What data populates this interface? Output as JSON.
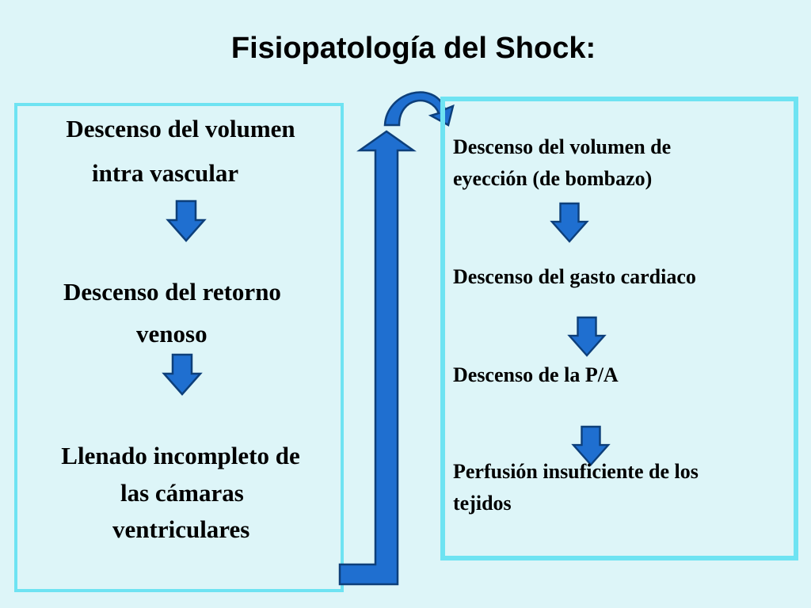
{
  "title": "Fisiopatología del Shock:",
  "left_box": {
    "step1_line1": "Descenso del volumen",
    "step1_line2": "intra vascular",
    "step2_line1": "Descenso del retorno",
    "step2_line2": "venoso",
    "step3_line1": "Llenado incompleto de",
    "step3_line2": "las cámaras",
    "step3_line3": "ventriculares"
  },
  "right_box": {
    "step1_line1": "Descenso del volumen de",
    "step1_line2": "eyección (de bombazo)",
    "step2": "Descenso del gasto cardiaco",
    "step3": "Descenso de la P/A",
    "step4_line1": "Perfusión insuficiente de los",
    "step4_line2": "tejidos"
  },
  "colors": {
    "background": "#ddf5f8",
    "box_border": "#6ee3f2",
    "arrow_fill": "#1f6fd0",
    "arrow_outline": "#0d3f7a"
  }
}
